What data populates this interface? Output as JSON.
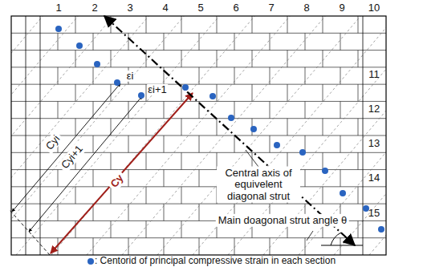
{
  "diagram": {
    "labels": [
      "1",
      "2",
      "3",
      "4",
      "5",
      "6",
      "7",
      "8",
      "9",
      "10",
      "11",
      "12",
      "13",
      "14",
      "15",
      "εi",
      "εi+1",
      "Cyi",
      "Cyi+1",
      "Cy",
      "Central axis of equivelent diagonal strut",
      "Main doagonal strut angle θ"
    ],
    "legend": [
      {
        "text": ": Centorid of principal compressive strain in each section",
        "color": "#2a64c0"
      }
    ]
  }
}
